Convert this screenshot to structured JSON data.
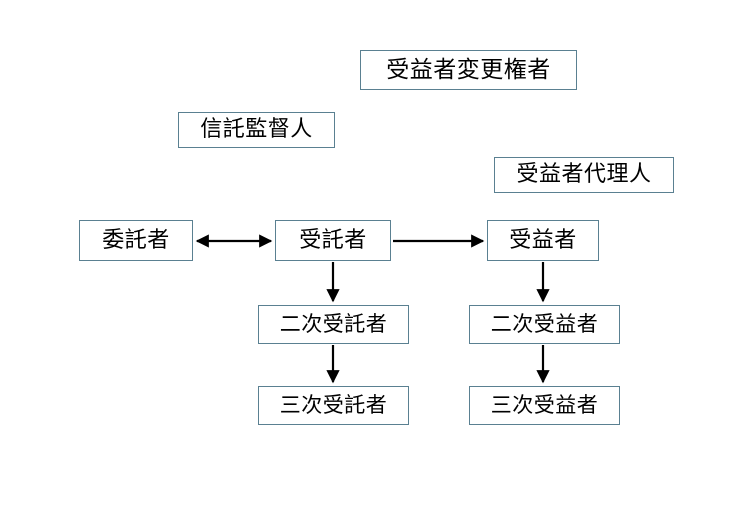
{
  "diagram": {
    "title_text": "",
    "background_color": "#ffffff",
    "box_border_color": "#5a8091",
    "arrow_color": "#000000",
    "nodes": [
      {
        "id": "beneficiary-change-holder",
        "label": "受益者変更権者"
      },
      {
        "id": "trust-supervisor",
        "label": "信託監督人"
      },
      {
        "id": "beneficiary-agent",
        "label": "受益者代理人"
      },
      {
        "id": "settlor",
        "label": "委託者"
      },
      {
        "id": "trustee",
        "label": "受託者"
      },
      {
        "id": "beneficiary",
        "label": "受益者"
      },
      {
        "id": "secondary-trustee",
        "label": "二次受託者"
      },
      {
        "id": "secondary-beneficiary",
        "label": "二次受益者"
      },
      {
        "id": "tertiary-trustee",
        "label": "三次受託者"
      },
      {
        "id": "tertiary-beneficiary",
        "label": "三次受益者"
      }
    ],
    "edges": [
      {
        "id": "settlor-trustee",
        "from": "委託者",
        "to": "受託者",
        "direction": "both"
      },
      {
        "id": "trustee-beneficiary",
        "from": "受託者",
        "to": "受益者",
        "direction": "forward"
      },
      {
        "id": "trustee-secondary-trustee",
        "from": "受託者",
        "to": "二次受託者",
        "direction": "forward"
      },
      {
        "id": "secondary-trustee-tertiary-trustee",
        "from": "二次受託者",
        "to": "三次受託者",
        "direction": "forward"
      },
      {
        "id": "beneficiary-secondary-beneficiary",
        "from": "受益者",
        "to": "二次受益者",
        "direction": "forward"
      },
      {
        "id": "secondary-beneficiary-tertiary-beneficiary",
        "from": "二次受益者",
        "to": "三次受益者",
        "direction": "forward"
      }
    ]
  }
}
